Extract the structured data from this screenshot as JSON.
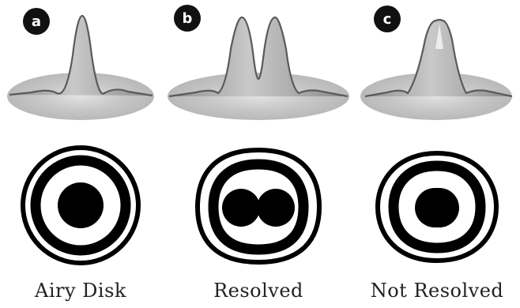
{
  "panels": [
    {
      "badge": "a",
      "caption": "Airy Disk"
    },
    {
      "badge": "b",
      "caption": "Resolved"
    },
    {
      "badge": "c",
      "caption": "Not Resolved"
    }
  ],
  "colors": {
    "badge_fill": "#111111",
    "badge_text": "#ffffff",
    "peak_fill": "#a9a9a9",
    "peak_outline": "#5a5a5a",
    "disk_fill": "#c4c4c4",
    "ring": "#000000",
    "gap": "#ffffff"
  }
}
